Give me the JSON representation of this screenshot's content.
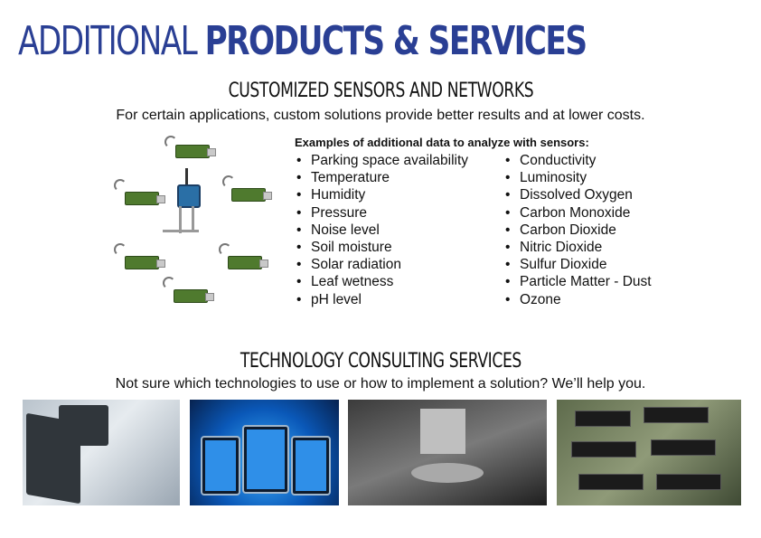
{
  "header": {
    "title_light": "Additional",
    "title_bold": "Products & Services"
  },
  "sensors_section": {
    "heading": "Customized Sensors and Networks",
    "intro": "For certain applications, custom solutions provide better results and at lower costs.",
    "examples_heading": "Examples of additional data to analyze with sensors:",
    "col1": [
      "Parking space availability",
      "Temperature",
      "Humidity",
      "Pressure",
      "Noise level",
      "Soil moisture",
      "Solar radiation",
      "Leaf wetness",
      "pH level"
    ],
    "col2": [
      "Conductivity",
      "Luminosity",
      "Dissolved Oxygen",
      "Carbon Monoxide",
      "Carbon Dioxide",
      "Nitric Dioxide",
      "Sulfur Dioxide",
      "Particle Matter - Dust",
      "Ozone"
    ]
  },
  "consulting_section": {
    "heading": "Technology Consulting Services",
    "intro": "Not sure which technologies to use or how to implement a solution? We’ll help you."
  },
  "colors": {
    "title_blue": "#2a3f94"
  }
}
